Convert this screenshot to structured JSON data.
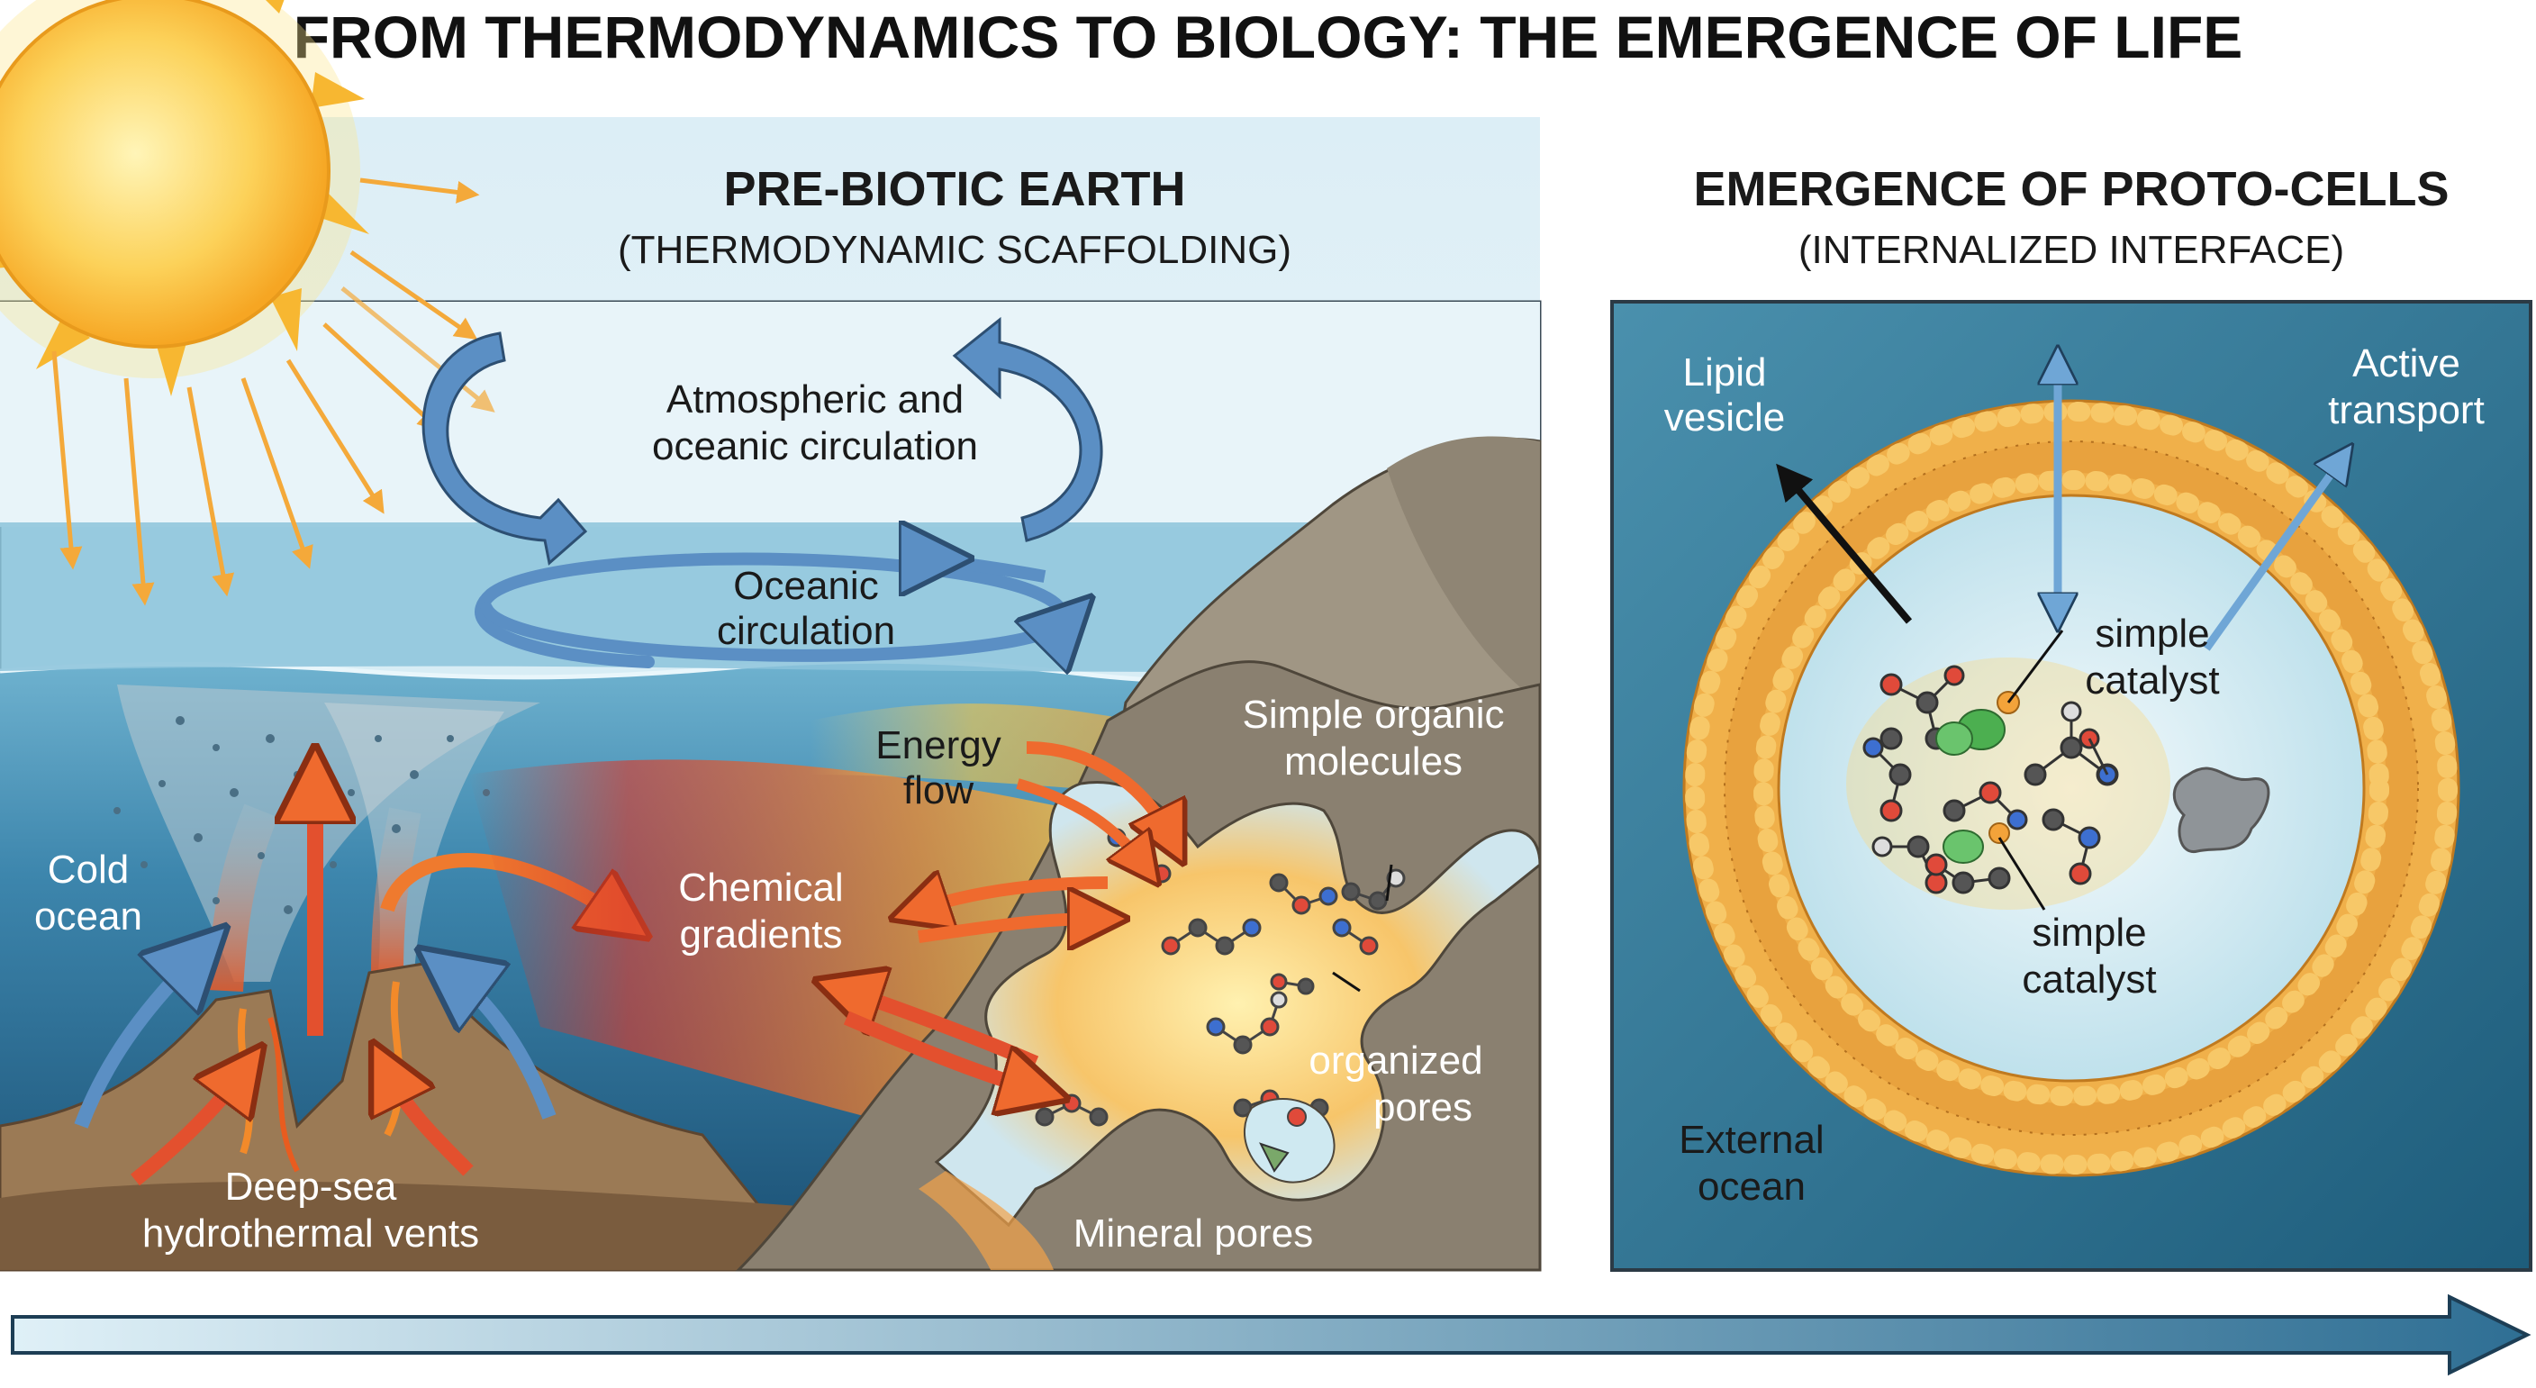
{
  "title": "FROM THERMODYNAMICS TO BIOLOGY: THE EMERGENCE OF LIFE",
  "left_panel": {
    "heading": "PRE-BIOTIC EARTH",
    "subheading": "(THERMODYNAMIC SCAFFOLDING)",
    "labels": {
      "atmo_1": "Atmospheric and",
      "atmo_2": "oceanic circulation",
      "ocean_1": "Oceanic",
      "ocean_2": "circulation",
      "cold_1": "Cold",
      "cold_2": "ocean",
      "vents_1": "Deep-sea",
      "vents_2": "hydrothermal vents",
      "energy_1": "Energy",
      "energy_2": "flow",
      "chem_1": "Chemical",
      "chem_2": "gradients",
      "organic_1": "Simple organic",
      "organic_2": "molecules",
      "organized_1": "organized",
      "organized_2": "pores",
      "mineral": "Mineral pores"
    }
  },
  "right_panel": {
    "heading": "EMERGENCE OF PROTO-CELLS",
    "subheading": "(INTERNALIZED INTERFACE)",
    "labels": {
      "lipid_1": "Lipid",
      "lipid_2": "vesicle",
      "active_1": "Active",
      "active_2": "transport",
      "cat1_1": "simple",
      "cat1_2": "catalyst",
      "cat2_1": "simple",
      "cat2_2": "catalyst",
      "ext_1": "External",
      "ext_2": "ocean"
    }
  },
  "colors": {
    "ocean_deep": "#1f5a80",
    "ocean_light": "#5fa7c6",
    "sky": "#e8f3f8",
    "sun": "#f7b731",
    "rock": "#8a8070",
    "membrane": "#f0b04a",
    "arrow_blue": "#5b8fc4",
    "arrow_red": "#e3502e",
    "timeline": "#4f86a8"
  }
}
